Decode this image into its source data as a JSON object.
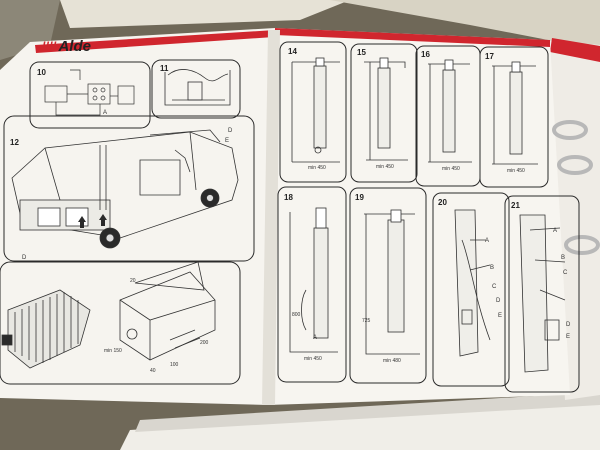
{
  "brand": {
    "name": "Alde"
  },
  "figures": {
    "left": [
      "10",
      "11",
      "12",
      ""
    ],
    "right": [
      "14",
      "15",
      "16",
      "17",
      "18",
      "19",
      "20",
      "21"
    ]
  },
  "dims": {
    "min450": "min 450",
    "min480": "min 480",
    "d800": "800",
    "d725": "725",
    "d20": "20",
    "d200": "200",
    "d100": "100",
    "d40": "40",
    "min150": "min 150"
  },
  "letters": {
    "A": "A",
    "B": "B",
    "C": "C",
    "D": "D",
    "E": "E"
  },
  "colors": {
    "brand_red": "#d0262e",
    "page": "#f4f2ec",
    "line": "#2a2a2a"
  }
}
